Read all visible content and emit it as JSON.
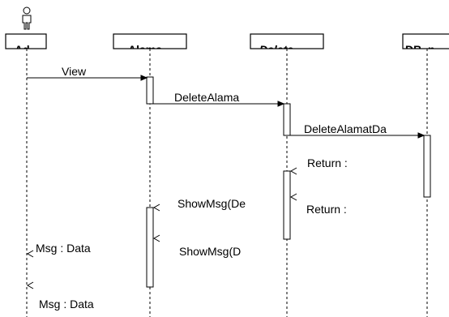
{
  "diagram": {
    "type": "sequence",
    "participants": [
      {
        "id": "ad",
        "label": "Ad"
      },
      {
        "id": "alamat",
        "label": "Alama"
      },
      {
        "id": "delete",
        "label": "Delete"
      },
      {
        "id": "db",
        "label": "DB_n"
      }
    ],
    "messages": [
      {
        "label": "View",
        "from": "ad",
        "to": "alamat",
        "kind": "call"
      },
      {
        "label": "DeleteAlama",
        "from": "alamat",
        "to": "delete",
        "kind": "call"
      },
      {
        "label": "DeleteAlamatDa",
        "from": "delete",
        "to": "db",
        "kind": "call"
      },
      {
        "label": "Return :",
        "from": "db",
        "to": "delete",
        "kind": "return"
      },
      {
        "label": "ShowMsg(De",
        "from": "delete",
        "to": "alamat",
        "kind": "return"
      },
      {
        "label": "Return :",
        "from": "delete",
        "to": "delete",
        "kind": "return"
      },
      {
        "label": "ShowMsg(D",
        "from": "delete",
        "to": "alamat",
        "kind": "return"
      },
      {
        "label": "Msg : Data",
        "from": "alamat",
        "to": "ad",
        "kind": "return"
      },
      {
        "label": "Msg : Data",
        "from": "alamat",
        "to": "ad",
        "kind": "return"
      }
    ]
  }
}
